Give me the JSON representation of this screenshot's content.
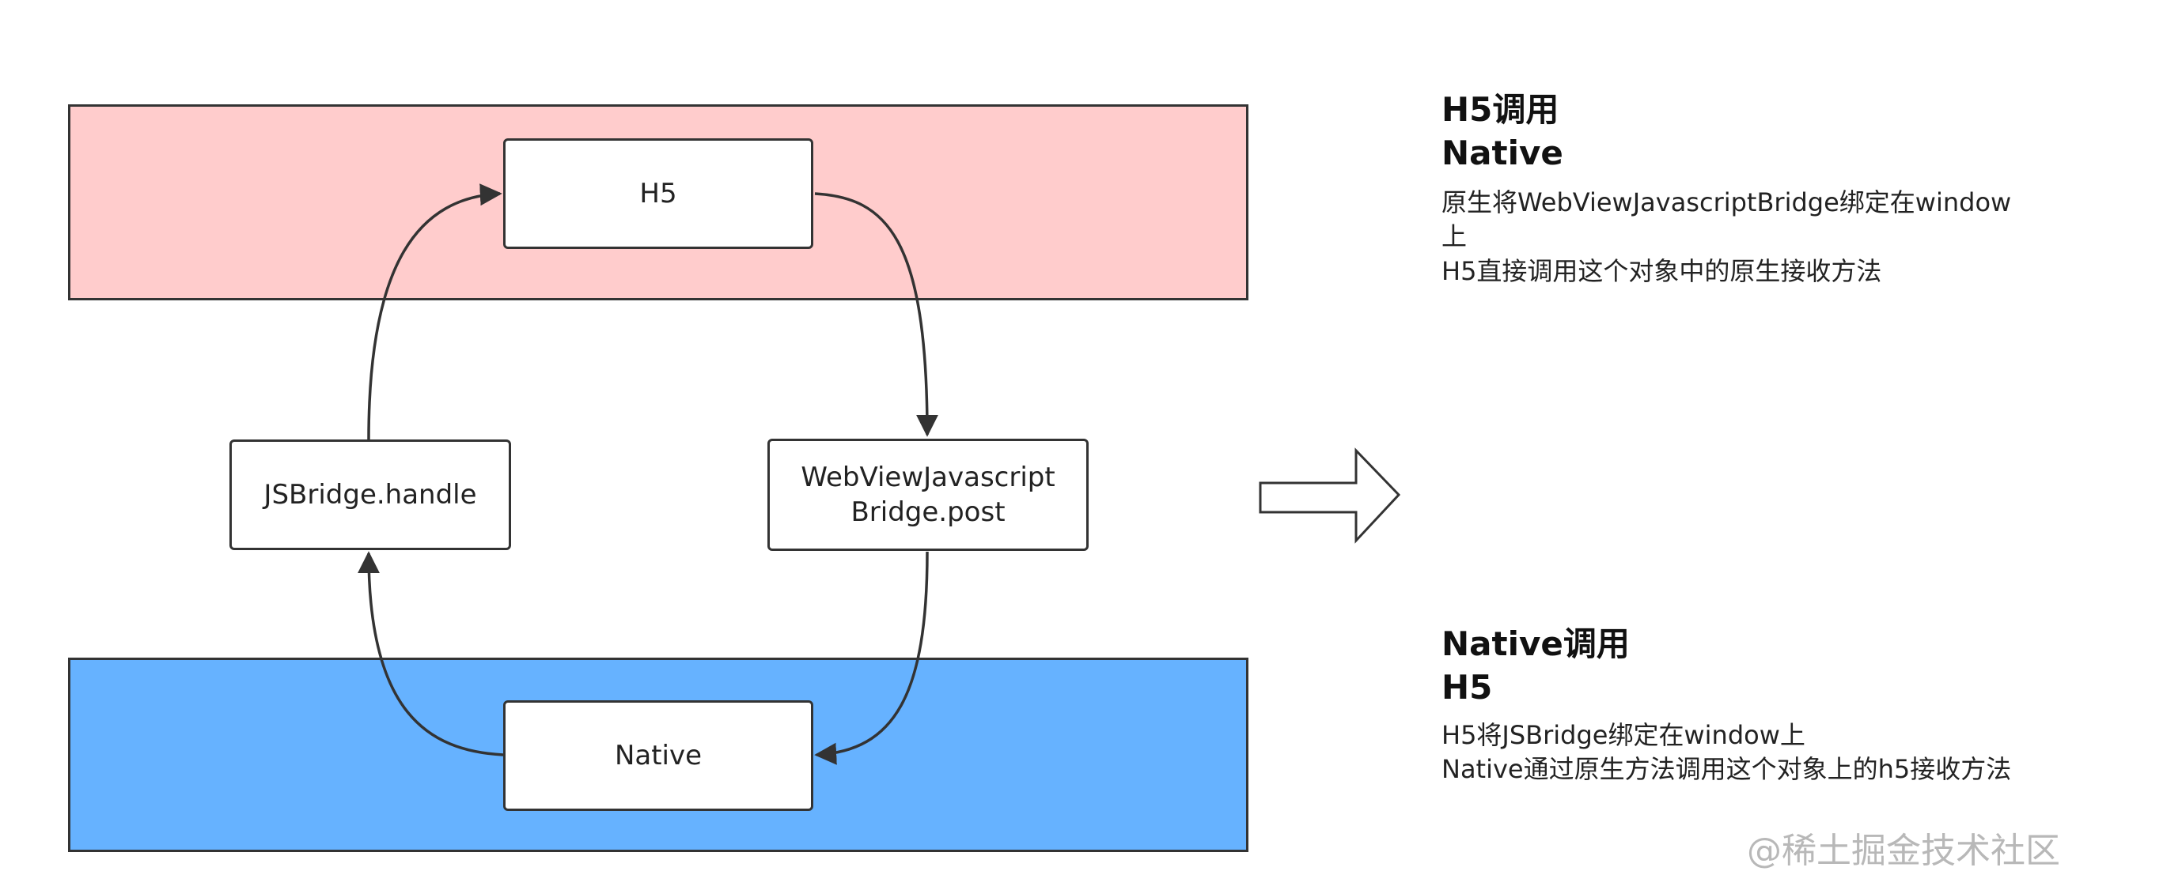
{
  "diagram": {
    "h5_label": "H5",
    "jsbridge_label": "JSBridge.handle",
    "wvjb_line1": "WebViewJavascript",
    "wvjb_line2": "Bridge.post",
    "native_label": "Native"
  },
  "colors": {
    "top_band": "#ffcccc",
    "bottom_band": "#66b2ff",
    "stroke": "#333333"
  },
  "side_top": {
    "title_line1": "H5调用",
    "title_line2": "Native",
    "body_line1": "原生将WebViewJavascriptBridge绑定在window",
    "body_line2": "上",
    "body_line3": "H5直接调用这个对象中的原生接收方法"
  },
  "side_bottom": {
    "title_line1": "Native调用",
    "title_line2": "H5",
    "body_line1": "H5将JSBridge绑定在window上",
    "body_line2": "Native通过原生方法调用这个对象上的h5接收方法"
  },
  "watermark": "@稀土掘金技术社区"
}
